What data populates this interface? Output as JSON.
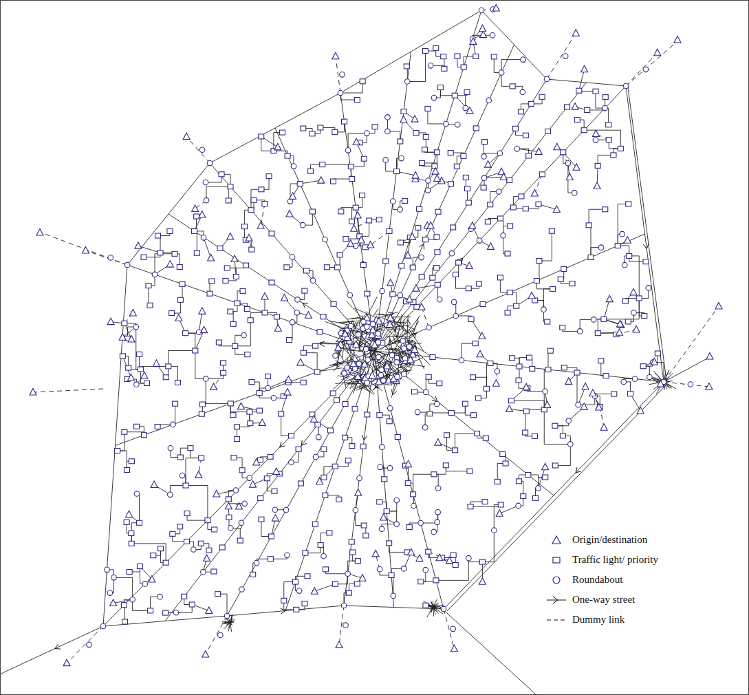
{
  "diagram": {
    "legend": [
      {
        "text": "Origin/destination"
      },
      {
        "text": "Traffic light/ priority"
      },
      {
        "text": "Roundabout"
      },
      {
        "text": "One-way street"
      },
      {
        "text": "Dummy link"
      }
    ]
  }
}
